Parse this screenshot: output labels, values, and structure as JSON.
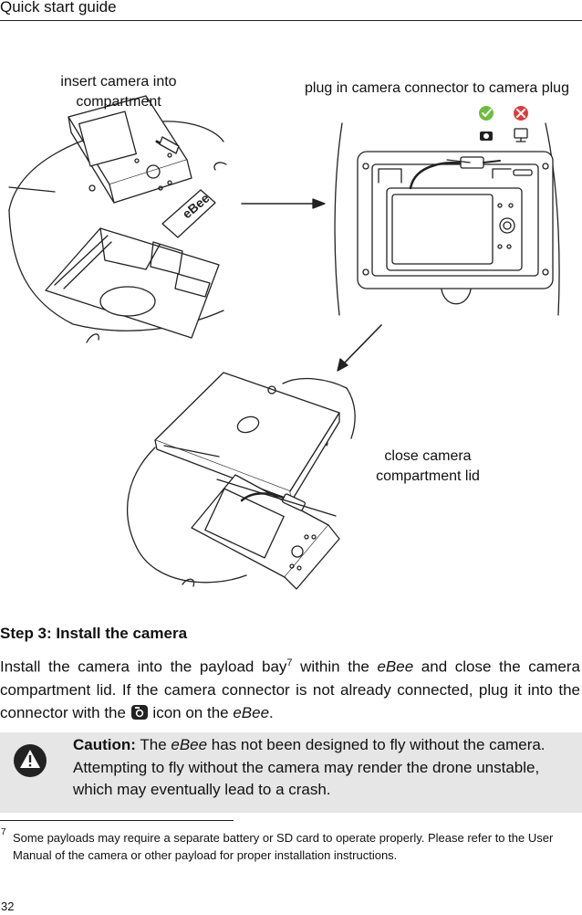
{
  "header": {
    "title": "Quick start guide"
  },
  "illustration": {
    "caption_insert": "insert camera into compartment",
    "caption_plug": "plug in camera connector to camera plug",
    "caption_close": "close camera compartment lid",
    "logo_text": "eBee",
    "status_icons": [
      "check-icon",
      "cross-icon",
      "camera-icon",
      "monitor-icon"
    ],
    "colors": {
      "ok": "#6bbf3a",
      "error": "#e23a3a"
    }
  },
  "step": {
    "title": "Step 3: Install the camera",
    "body_1": "Install the camera into the payload bay",
    "footnote_ref": "7",
    "body_2": " within the ",
    "product": "eBee",
    "body_3": " and close the camera compartment lid.  If the camera connector is not already connected, plug it into the connector with the ",
    "body_4": " icon on the ",
    "body_5": "."
  },
  "caution": {
    "label": "Caution:",
    "text_1": " The ",
    "product": "eBee",
    "text_2": " has not been designed to fly without the camera. Attempting to fly without the camera may render the drone unstable, which may eventually lead to a crash."
  },
  "footnote": {
    "number": "7",
    "text": "Some payloads may require a separate battery or SD card to operate properly.  Please refer to the User Manual of the camera or other payload for proper installation instructions."
  },
  "page_number": "32"
}
